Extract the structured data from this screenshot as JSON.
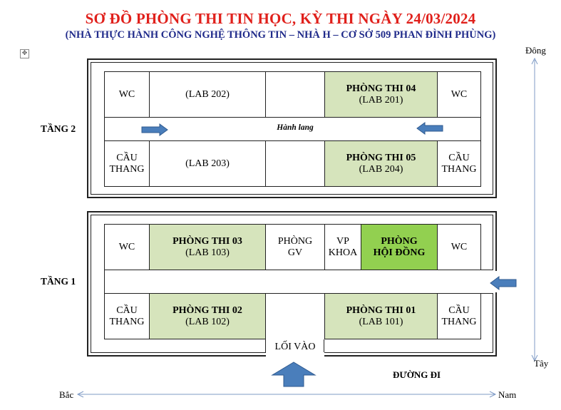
{
  "title": "SƠ ĐỒ PHÒNG THI TIN HỌC, KỲ THI NGÀY 24/03/2024",
  "subtitle": "(NHÀ THỰC HÀNH CÔNG NGHỆ THÔNG TIN – NHÀ H – CƠ SỞ 509 PHAN ĐÌNH PHÙNG)",
  "move_handle_icon": "move-handle-icon",
  "compass": {
    "east": "Đông",
    "west": "Tây",
    "north": "Bắc",
    "south": "Nam"
  },
  "road_label": "ĐƯỜNG ĐI",
  "entrance_label": "LỐI VÀO",
  "colors": {
    "title": "#e0201b",
    "subtitle": "#1f2a8a",
    "exam_room": "#d6e4bc",
    "council_room": "#92d050",
    "arrow": "#4a7ebb"
  },
  "floor2": {
    "label": "TẦNG 2",
    "corridor": "Hành lang",
    "rooms": {
      "wc_left": "WC",
      "lab202": "(LAB 202)",
      "exam04_name": "PHÒNG THI 04",
      "exam04_lab": "(LAB 201)",
      "wc_right": "WC",
      "stairs_left_1": "CẦU",
      "stairs_left_2": "THANG",
      "lab203": "(LAB 203)",
      "exam05_name": "PHÒNG THI 05",
      "exam05_lab": "(LAB 204)",
      "stairs_right_1": "CẦU",
      "stairs_right_2": "THANG"
    }
  },
  "floor1": {
    "label": "TẦNG 1",
    "rooms": {
      "wc_left": "WC",
      "exam03_name": "PHÒNG THI 03",
      "exam03_lab": "(LAB 103)",
      "teacher_1": "PHÒNG",
      "teacher_2": "GV",
      "office_1": "VP",
      "office_2": "KHOA",
      "council_1": "PHÒNG",
      "council_2": "HỘI ĐỒNG",
      "wc_right": "WC",
      "stairs_left_1": "CẦU",
      "stairs_left_2": "THANG",
      "exam02_name": "PHÒNG THI 02",
      "exam02_lab": "(LAB 102)",
      "exam01_name": "PHÒNG THI 01",
      "exam01_lab": "(LAB 101)",
      "stairs_right_1": "CẦU",
      "stairs_right_2": "THANG"
    }
  }
}
